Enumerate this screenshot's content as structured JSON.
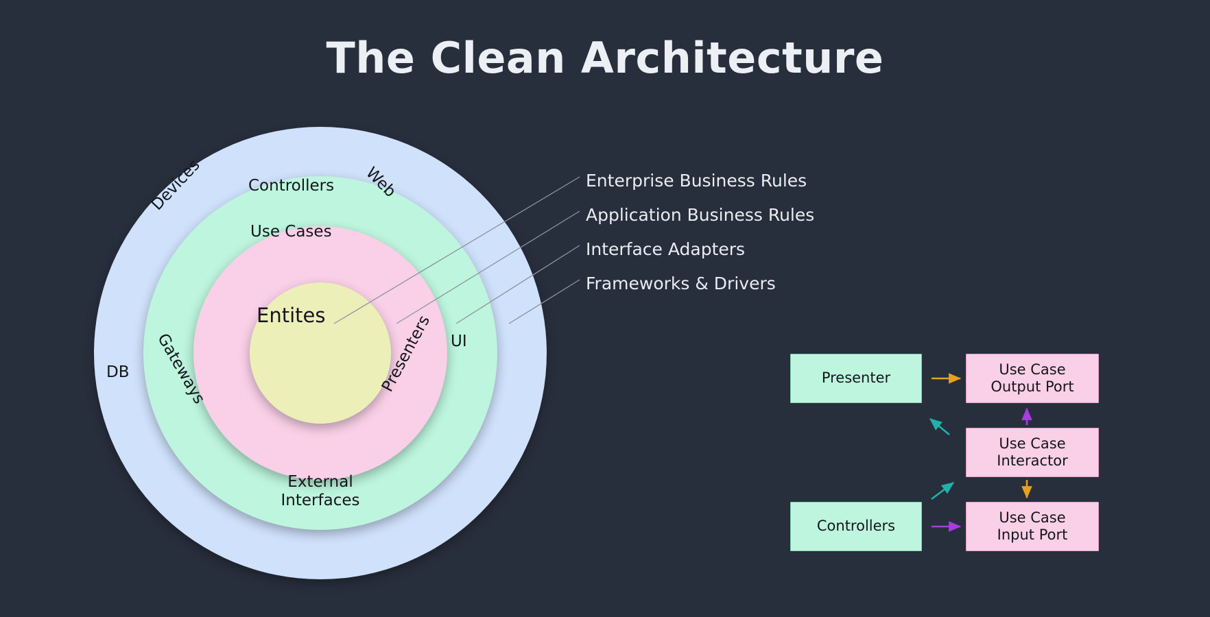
{
  "page": {
    "title": "The Clean Architecture",
    "background_color": "#282f3c",
    "title_color": "#eceff3"
  },
  "rings_diagram": {
    "name": "clean-architecture-circles",
    "layers": [
      {
        "key": "frameworks",
        "color": "#cfe1fb",
        "labels": [
          "Devices",
          "Web",
          "DB",
          "UI",
          "External Interfaces"
        ]
      },
      {
        "key": "interface_adapters",
        "color": "#bdf5de",
        "labels": [
          "Controllers",
          "Gateways",
          "Presenters"
        ]
      },
      {
        "key": "application_business_rules",
        "color": "#fad0e8",
        "labels": [
          "Use Cases"
        ]
      },
      {
        "key": "enterprise_business_rules",
        "color": "#ecefb8",
        "labels": [
          "Entites"
        ]
      }
    ],
    "labels": {
      "devices": "Devices",
      "web": "Web",
      "db": "DB",
      "ui": "UI",
      "gateways": "Gateways",
      "presenters": "Presenters",
      "controllers": "Controllers",
      "use_cases": "Use Cases",
      "entites": "Entites",
      "external_interfaces_line1": "External",
      "external_interfaces_line2": "Interfaces"
    }
  },
  "legend": {
    "items": [
      {
        "label": "Enterprise Business Rules",
        "ring": "enterprise_business_rules"
      },
      {
        "label": "Application Business Rules",
        "ring": "application_business_rules"
      },
      {
        "label": "Interface Adapters",
        "ring": "interface_adapters"
      },
      {
        "label": "Frameworks & Drivers",
        "ring": "frameworks"
      }
    ],
    "leader_line_color": "#8d939f"
  },
  "flow_diagram": {
    "name": "use-case-flow",
    "boxes": [
      {
        "id": "presenter",
        "label": "Presenter",
        "style": "green",
        "lines": [
          "Presenter"
        ]
      },
      {
        "id": "output_port",
        "label": "Use Case Output Port",
        "style": "pink",
        "lines": [
          "Use Case",
          "Output Port"
        ]
      },
      {
        "id": "interactor",
        "label": "Use Case Interactor",
        "style": "pink",
        "lines": [
          "Use Case",
          "Interactor"
        ]
      },
      {
        "id": "controllers",
        "label": "Controllers",
        "style": "green",
        "lines": [
          "Controllers"
        ]
      },
      {
        "id": "input_port",
        "label": "Use Case Input Port",
        "style": "pink",
        "lines": [
          "Use Case",
          "Input Port"
        ]
      }
    ],
    "arrows": [
      {
        "from": "presenter",
        "to": "output_port",
        "color": "#e8a01e",
        "direction": "right"
      },
      {
        "from": "interactor",
        "to": "output_port",
        "color": "#a93ce0",
        "direction": "up"
      },
      {
        "from": "output_port",
        "to": "presenter",
        "color": "#20b2aa",
        "direction": "diagonal-up-left"
      },
      {
        "from": "input_port",
        "to": "controllers",
        "color": "#20b2aa",
        "direction": "diagonal-up-right"
      },
      {
        "from": "interactor",
        "to": "input_port",
        "color": "#e8a01e",
        "direction": "down"
      },
      {
        "from": "controllers",
        "to": "input_port",
        "color": "#a93ce0",
        "direction": "right"
      }
    ],
    "colors": {
      "green_fill": "#bdf5de",
      "pink_fill": "#fad0e8",
      "orange_arrow": "#e8a01e",
      "purple_arrow": "#a93ce0",
      "teal_arrow": "#20b2aa"
    }
  }
}
